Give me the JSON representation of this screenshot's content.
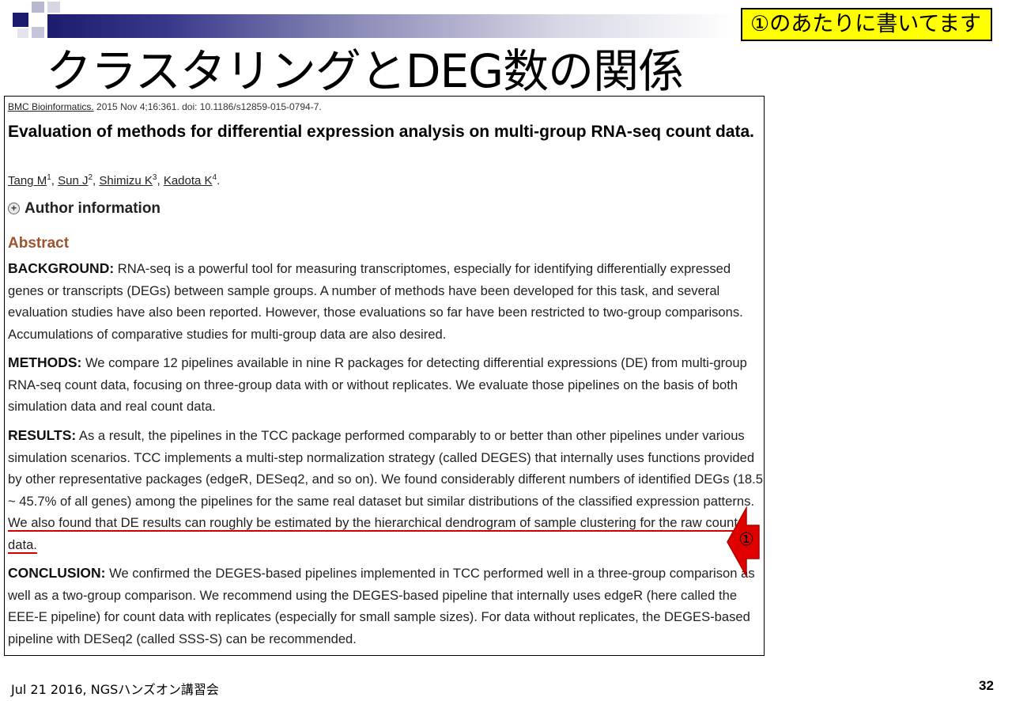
{
  "callout": "①のあたりに書いてます",
  "slide_title": "クラスタリングとDEG数の関係",
  "citation": {
    "journal": "BMC Bioinformatics.",
    "rest": " 2015 Nov 4;16:361. doi: 10.1186/s12859-015-0794-7."
  },
  "paper_title": "Evaluation of methods for differential expression analysis on multi-group RNA-seq count data.",
  "authors": [
    {
      "name": "Tang M",
      "sup": "1",
      "sep": ", "
    },
    {
      "name": "Sun J",
      "sup": "2",
      "sep": ", "
    },
    {
      "name": "Shimizu K",
      "sup": "3",
      "sep": ", "
    },
    {
      "name": "Kadota K",
      "sup": "4",
      "sep": "."
    }
  ],
  "author_info": "Author information",
  "abstract_heading": "Abstract",
  "background": {
    "label": "BACKGROUND:",
    "text": " RNA-seq is a powerful tool for measuring transcriptomes, especially for identifying differentially expressed genes or transcripts (DEGs) between sample groups. A number of methods have been developed for this task, and several evaluation studies have also been reported. However, those evaluations so far have been restricted to two-group comparisons. Accumulations of comparative studies for multi-group data are also desired."
  },
  "methods": {
    "label": "METHODS:",
    "text": " We compare 12 pipelines available in nine R packages for detecting differential expressions (DE) from multi-group RNA-seq count data, focusing on three-group data with or without replicates. We evaluate those pipelines on the basis of both simulation data and real count data."
  },
  "results": {
    "label": "RESULTS:",
    "text": " As a result, the pipelines in the TCC package performed comparably to or better than other pipelines under various simulation scenarios. TCC implements a multi-step normalization strategy (called DEGES) that internally uses functions provided by other representative packages (edgeR, DESeq2, and so on). We found considerably different numbers of identified DEGs (18.5 ~ 45.7% of all genes) among the pipelines for the same real dataset but similar distributions of the classified expression patterns. ",
    "highlight": "We also found that DE results can roughly be estimated by the hierarchical dendrogram of sample clustering for the raw count data."
  },
  "conclusion": {
    "label": "CONCLUSION:",
    "text": " We confirmed the DEGES-based pipelines implemented in TCC performed well in a three-group comparison as well as a two-group comparison. We recommend using the DEGES-based pipeline that internally uses edgeR (here called the EEE-E pipeline) for count data with replicates (especially for small sample sizes). For data without replicates, the DEGES-based pipeline with DESeq2 (called SSS-S) can be recommended."
  },
  "arrow_label": "①",
  "footer": "Jul 21 2016, NGSハンズオン講習会",
  "page_number": "32",
  "colors": {
    "highlight_underline": "#d40000",
    "arrow": "#e00000",
    "callout_bg": "#ffff00",
    "abstract_heading": "#a0522d"
  }
}
